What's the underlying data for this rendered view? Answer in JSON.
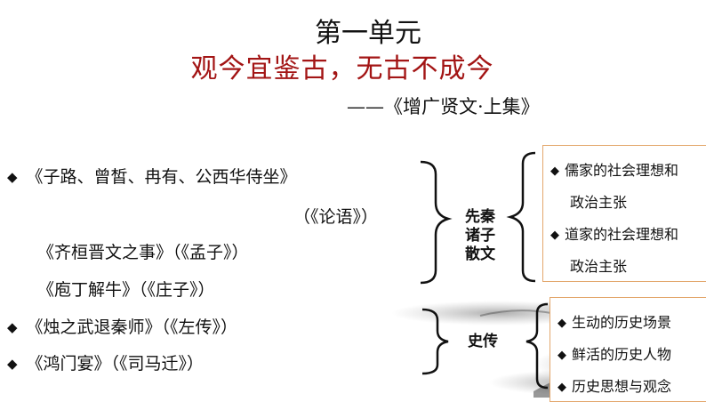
{
  "header": {
    "unit_title": "第一单元",
    "quote": "观今宜鉴古，无古不成今",
    "source": "——《增广贤文·上集》"
  },
  "works": [
    {
      "bullet": "◆",
      "title": "《子路、曾皙、冉有、公西华侍坐》"
    },
    {
      "bullet": "",
      "title": "（《论语》）"
    },
    {
      "bullet": "",
      "title": "《齐桓晋文之事》（《孟子》）"
    },
    {
      "bullet": "",
      "title": "《庖丁解牛》（《庄子》）"
    },
    {
      "bullet": "◆",
      "title": "《烛之武退秦师》（《左传》）"
    },
    {
      "bullet": "◆",
      "title": "《鸿门宴》（《司马迁》）"
    }
  ],
  "groups": [
    {
      "label": [
        "先秦",
        "诸子",
        "散文"
      ],
      "points": [
        {
          "bullet": "◆",
          "lines": [
            "儒家的社会理想和",
            "政治主张"
          ]
        },
        {
          "bullet": "◆",
          "lines": [
            "道家的社会理想和",
            "政治主张"
          ]
        }
      ]
    },
    {
      "label": [
        "史传"
      ],
      "points": [
        {
          "bullet": "◆",
          "lines": [
            "生动的历史场景"
          ]
        },
        {
          "bullet": "◆",
          "lines": [
            "鲜活的历史人物"
          ]
        },
        {
          "bullet": "◆",
          "lines": [
            "历史思想与观念"
          ]
        }
      ]
    }
  ],
  "colors": {
    "quote": "#a31515",
    "box_border": "#e3a76c",
    "ink_wash": "#5a5a5a"
  }
}
